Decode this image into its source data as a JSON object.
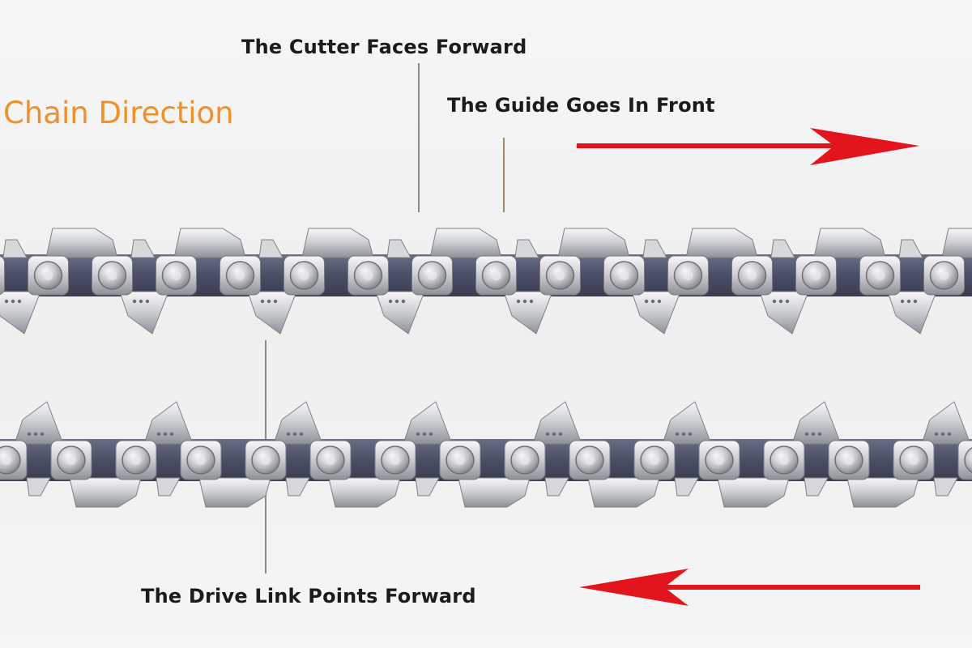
{
  "title": {
    "text": "Chain Direction",
    "color": "#f0902a"
  },
  "labels": {
    "cutter": "The Cutter Faces Forward",
    "guide": "The Guide Goes In Front",
    "drive": "The Drive Link Points Forward"
  },
  "colors": {
    "arrow": "#e3141b",
    "chrome_light": "#e6e7ea",
    "chrome_dark": "#8d9096",
    "side_plate": "#4b4f66",
    "leader_line": "#8a8a8a"
  },
  "arrows": {
    "top": "right",
    "bottom": "left"
  }
}
